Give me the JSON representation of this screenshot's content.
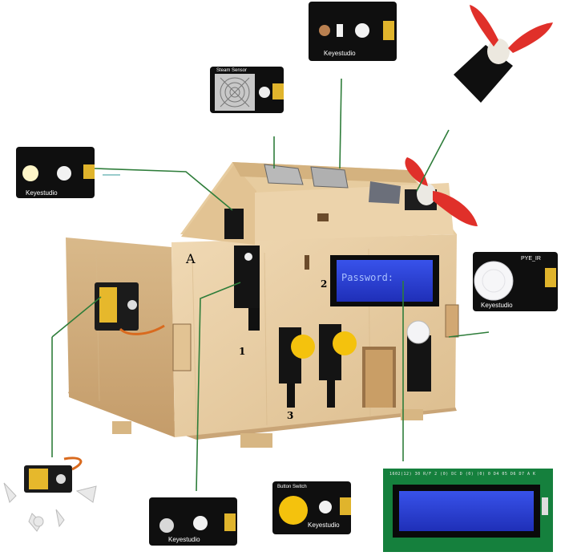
{
  "lcd": {
    "text": "Password:"
  },
  "house": {
    "letter": "A",
    "marks": [
      "1",
      "2",
      "3"
    ]
  },
  "boards": {
    "brand": "Keyestudio",
    "steam_label": "Steam Sensor",
    "button_label": "Button Switch",
    "pir_label": "PYE_IR",
    "lcd_module_text": "1602(12) 30 R/F 2 (0) DC D (0) (0) 0 D4 05 D6 D7 A K"
  },
  "colors": {
    "wood": "#e9cfa6",
    "pcb": "#111111",
    "lcd_blue": "#2b3fd6",
    "button_yellow": "#f4c20d",
    "fan_red": "#e0302a",
    "connector_line": "#2e7d3a"
  }
}
